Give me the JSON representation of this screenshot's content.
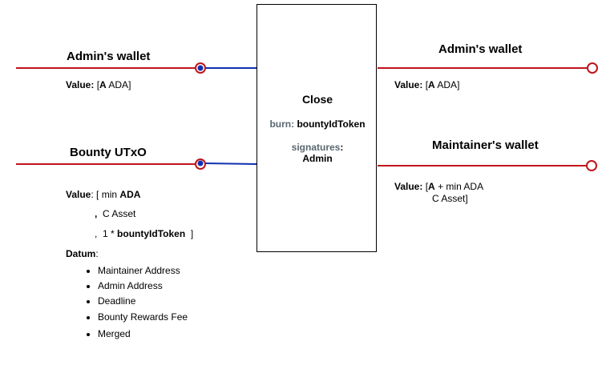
{
  "inputs": {
    "admin_wallet": {
      "title": "Admin's wallet",
      "value_label": "Value:",
      "value_open": "[",
      "value_amount": "A",
      "value_unit": "ADA]"
    },
    "bounty_utxo": {
      "title": "Bounty UTxO",
      "value_label": "Value",
      "value_colon": ":",
      "value_line1_open": "[  min",
      "value_line1_unit": "ADA",
      "value_line2_comma": ",",
      "value_line2_text": "C Asset",
      "value_line3_comma": ",",
      "value_line3_text": "1 *",
      "value_line3_token": "bountyIdToken",
      "value_line3_close": "]",
      "datum_label": "Datum",
      "datum_colon": ":",
      "datum_items": [
        "Maintainer Address",
        "Admin Address",
        "Deadline",
        "Bounty Rewards Fee",
        "Merged"
      ]
    }
  },
  "transaction": {
    "title": "Close",
    "burn_label": "burn:",
    "burn_value": "bountyIdToken",
    "signatures_label": "signatures",
    "signatures_colon": ":",
    "signatures_value": "Admin"
  },
  "outputs": {
    "admin_wallet": {
      "title": "Admin's wallet",
      "value_label": "Value:",
      "value_open": "[",
      "value_amount": "A",
      "value_unit": "ADA]"
    },
    "maintainer_wallet": {
      "title": "Maintainer's wallet",
      "value_label": "Value:",
      "value_open": "[",
      "value_amount": "A",
      "value_rest": "+ min ADA",
      "value_line2": "C Asset]"
    }
  },
  "colors": {
    "utxo_line": "#c0141c",
    "redeemer_line": "#1030b0",
    "consumed_dot": "#1030b0",
    "muted_label": "#5a6870"
  }
}
